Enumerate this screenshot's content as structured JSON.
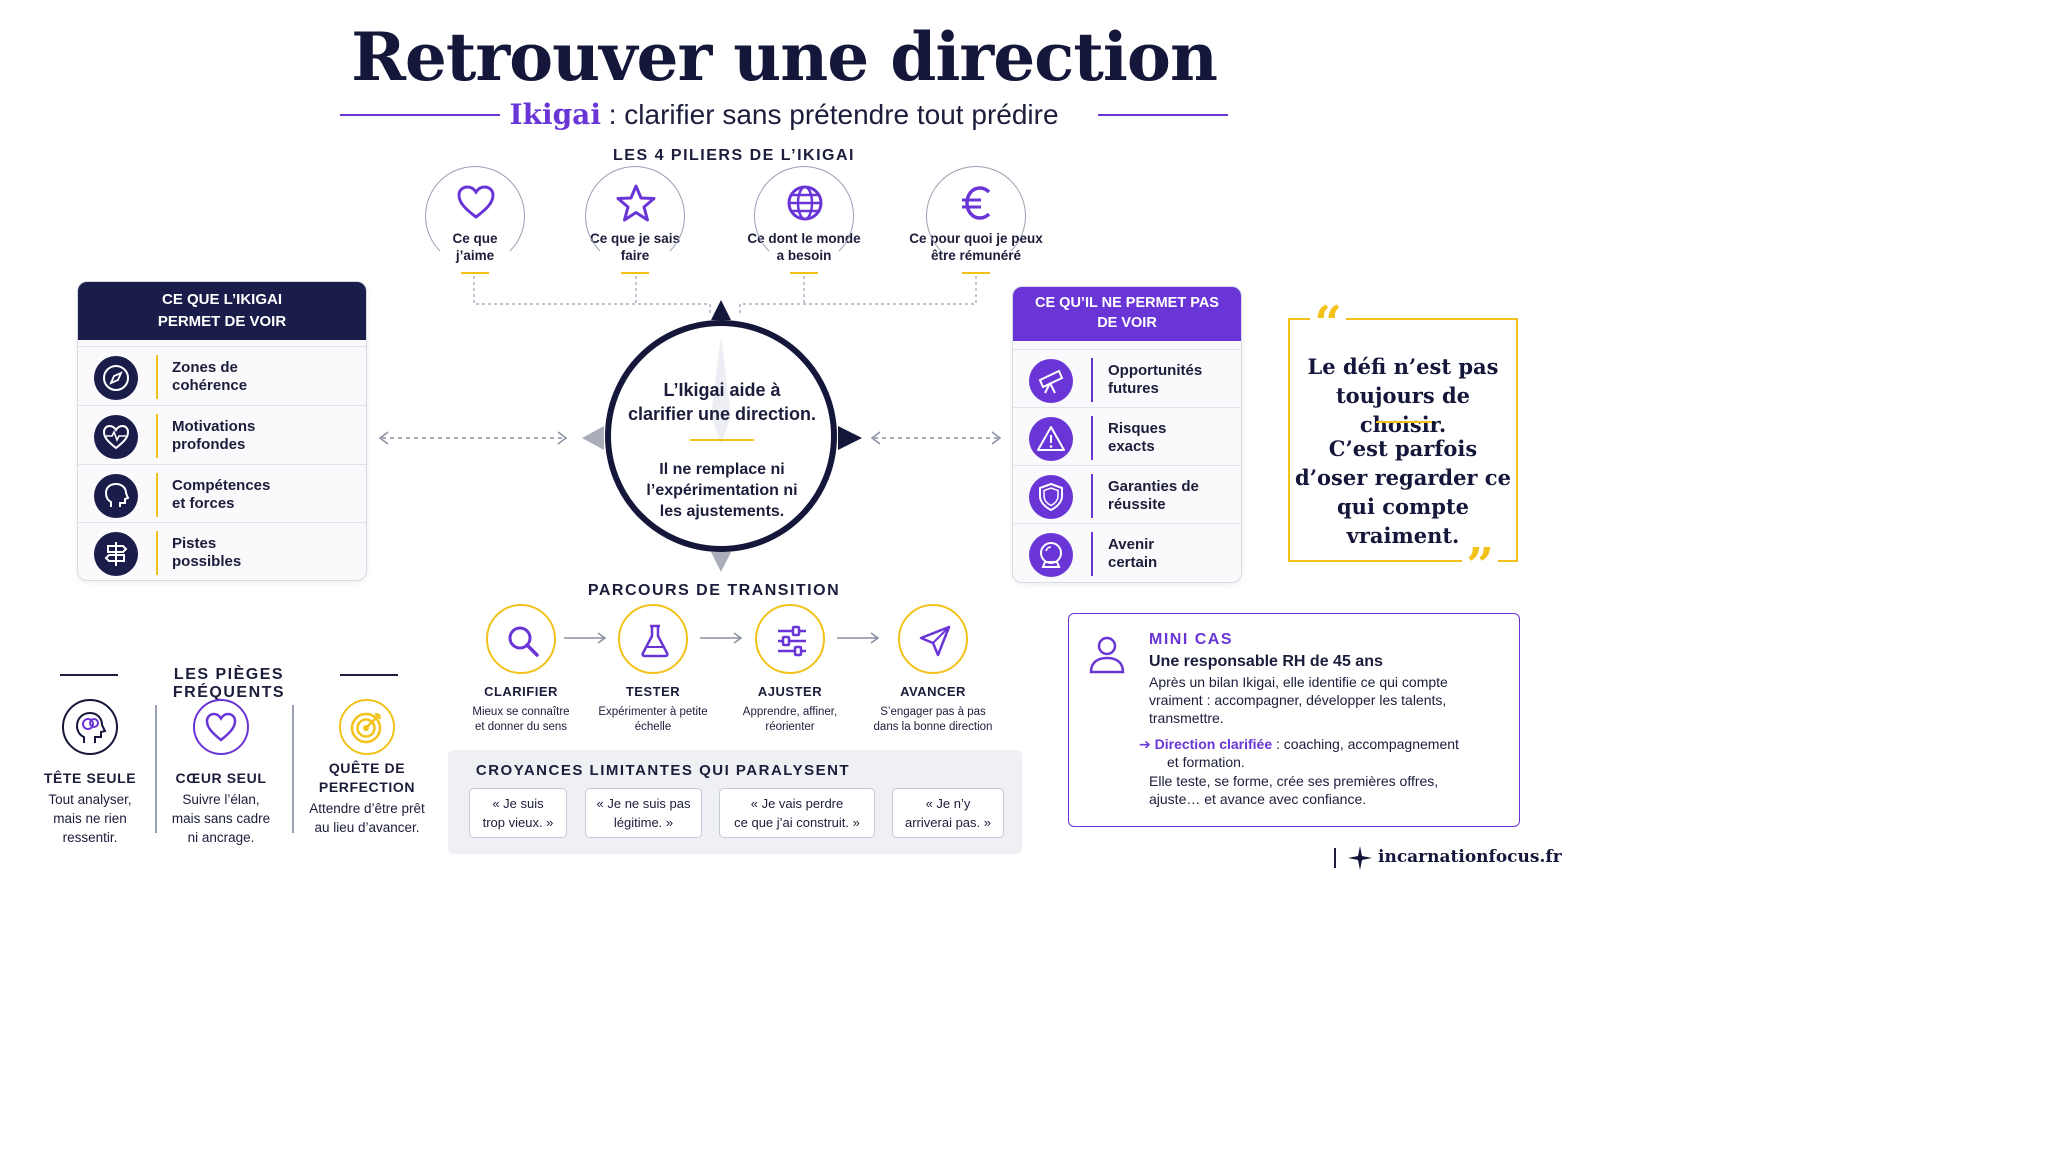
{
  "title": "Retrouver une direction",
  "subtitle": {
    "keyword": "Ikigai",
    "rest": " : clarifier sans prétendre tout prédire"
  },
  "pillars": {
    "heading": "LES 4 PILIERS DE L’IKIGAI",
    "items": [
      {
        "icon": "heart-icon",
        "l1": "Ce que",
        "l2": "j’aime"
      },
      {
        "icon": "star-icon",
        "l1": "Ce que je sais",
        "l2": "faire"
      },
      {
        "icon": "globe-icon",
        "l1": "Ce dont le monde",
        "l2": "a besoin"
      },
      {
        "icon": "euro-icon",
        "l1": "Ce pour quoi je peux",
        "l2": "être rémunéré"
      }
    ]
  },
  "left_panel": {
    "heading_l1": "CE QUE L’IKIGAI",
    "heading_l2": "PERMET DE VOIR",
    "items": [
      {
        "icon": "compass-icon",
        "l1": "Zones de",
        "l2": "cohérence"
      },
      {
        "icon": "heartbeat-icon",
        "l1": "Motivations",
        "l2": "profondes"
      },
      {
        "icon": "head-icon",
        "l1": "Compétences",
        "l2": "et forces"
      },
      {
        "icon": "signpost-icon",
        "l1": "Pistes",
        "l2": "possibles"
      }
    ]
  },
  "right_panel": {
    "heading_l1": "CE QU’IL NE PERMET PAS",
    "heading_l2": "DE VOIR",
    "items": [
      {
        "icon": "telescope-icon",
        "l1": "Opportunités",
        "l2": "futures"
      },
      {
        "icon": "warning-icon",
        "l1": "Risques",
        "l2": "exacts"
      },
      {
        "icon": "shield-icon",
        "l1": "Garanties de",
        "l2": "réussite"
      },
      {
        "icon": "crystal-ball-icon",
        "l1": "Avenir",
        "l2": "certain"
      }
    ]
  },
  "center": {
    "main_l1": "L’Ikigai aide à",
    "main_l2": "clarifier une direction.",
    "sub_l1": "Il ne remplace ni",
    "sub_l2": "l’expérimentation ni",
    "sub_l3": "les ajustements."
  },
  "quote": {
    "l1": "Le défi n’est pas",
    "l2": "toujours de choisir.",
    "l3": "C’est parfois",
    "l4": "d’oser regarder ce",
    "l5": "qui compte vraiment.",
    "open_mark": "“",
    "close_mark": "”"
  },
  "transition": {
    "heading": "PARCOURS DE TRANSITION",
    "steps": [
      {
        "icon": "search-icon",
        "name": "CLARIFIER",
        "d1": "Mieux se connaître",
        "d2": "et donner du sens"
      },
      {
        "icon": "flask-icon",
        "name": "TESTER",
        "d1": "Expérimenter à petite",
        "d2": "échelle"
      },
      {
        "icon": "sliders-icon",
        "name": "AJUSTER",
        "d1": "Apprendre, affiner,",
        "d2": "réorienter"
      },
      {
        "icon": "send-icon",
        "name": "AVANCER",
        "d1": "S’engager pas à pas",
        "d2": "dans la bonne direction"
      }
    ]
  },
  "pitfalls": {
    "heading": "LES PIÈGES FRÉQUENTS",
    "items": [
      {
        "icon": "brain-head-icon",
        "n1": "TÊTE SEULE",
        "n2": "",
        "d1": "Tout analyser,",
        "d2": "mais ne rien",
        "d3": "ressentir."
      },
      {
        "icon": "heart-icon",
        "n1": "CŒUR SEUL",
        "n2": "",
        "d1": "Suivre l’élan,",
        "d2": "mais sans cadre",
        "d3": "ni ancrage."
      },
      {
        "icon": "target-icon",
        "n1": "QUÊTE DE",
        "n2": "PERFECTION",
        "d1": "Attendre d’être prêt",
        "d2": "au lieu d’avancer.",
        "d3": ""
      }
    ]
  },
  "beliefs": {
    "heading": "CROYANCES LIMITANTES QUI PARALYSENT",
    "items": [
      {
        "l1": "« Je suis",
        "l2": "trop vieux. »"
      },
      {
        "l1": "« Je ne suis pas",
        "l2": "légitime. »"
      },
      {
        "l1": "« Je vais perdre",
        "l2": "ce que j’ai construit. »"
      },
      {
        "l1": "« Je n’y",
        "l2": "arriverai pas. »"
      }
    ]
  },
  "mini_cas": {
    "label": "MINI CAS",
    "title": "Une responsable RH de 45 ans",
    "p1_l1": "Après un bilan Ikigai, elle identifie ce qui compte",
    "p1_l2": "vraiment : accompagner, développer les talents,",
    "p1_l3": "transmettre.",
    "arrow": "➔",
    "p2_bold": "Direction clarifiée",
    "p2_rest": " : coaching, accompagnement",
    "p2_l2": "et formation.",
    "p3_l1": "Elle teste, se forme, crée ses premières offres,",
    "p3_l2": "ajuste… et avance avec confiance."
  },
  "footer": {
    "brand": "incarnationfocus.fr"
  },
  "colors": {
    "navy": "#14163a",
    "purple": "#6a35d6",
    "gold": "#f2c21b"
  }
}
